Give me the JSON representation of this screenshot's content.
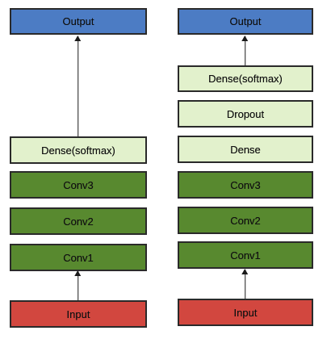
{
  "left_column": {
    "output_label": "Output",
    "dense_label": "Dense(softmax)",
    "conv3_label": "Conv3",
    "conv2_label": "Conv2",
    "conv1_label": "Conv1",
    "input_label": "Input"
  },
  "right_column": {
    "output_label": "Output",
    "dense_softmax_label": "Dense(softmax)",
    "dropout_label": "Dropout",
    "dense_label": "Dense",
    "conv3_label": "Conv3",
    "conv2_label": "Conv2",
    "conv1_label": "Conv1",
    "input_label": "Input"
  },
  "colors": {
    "output": "#4c7cc4",
    "dense": "#e2f1cc",
    "conv": "#58892f",
    "input": "#d2473f"
  }
}
